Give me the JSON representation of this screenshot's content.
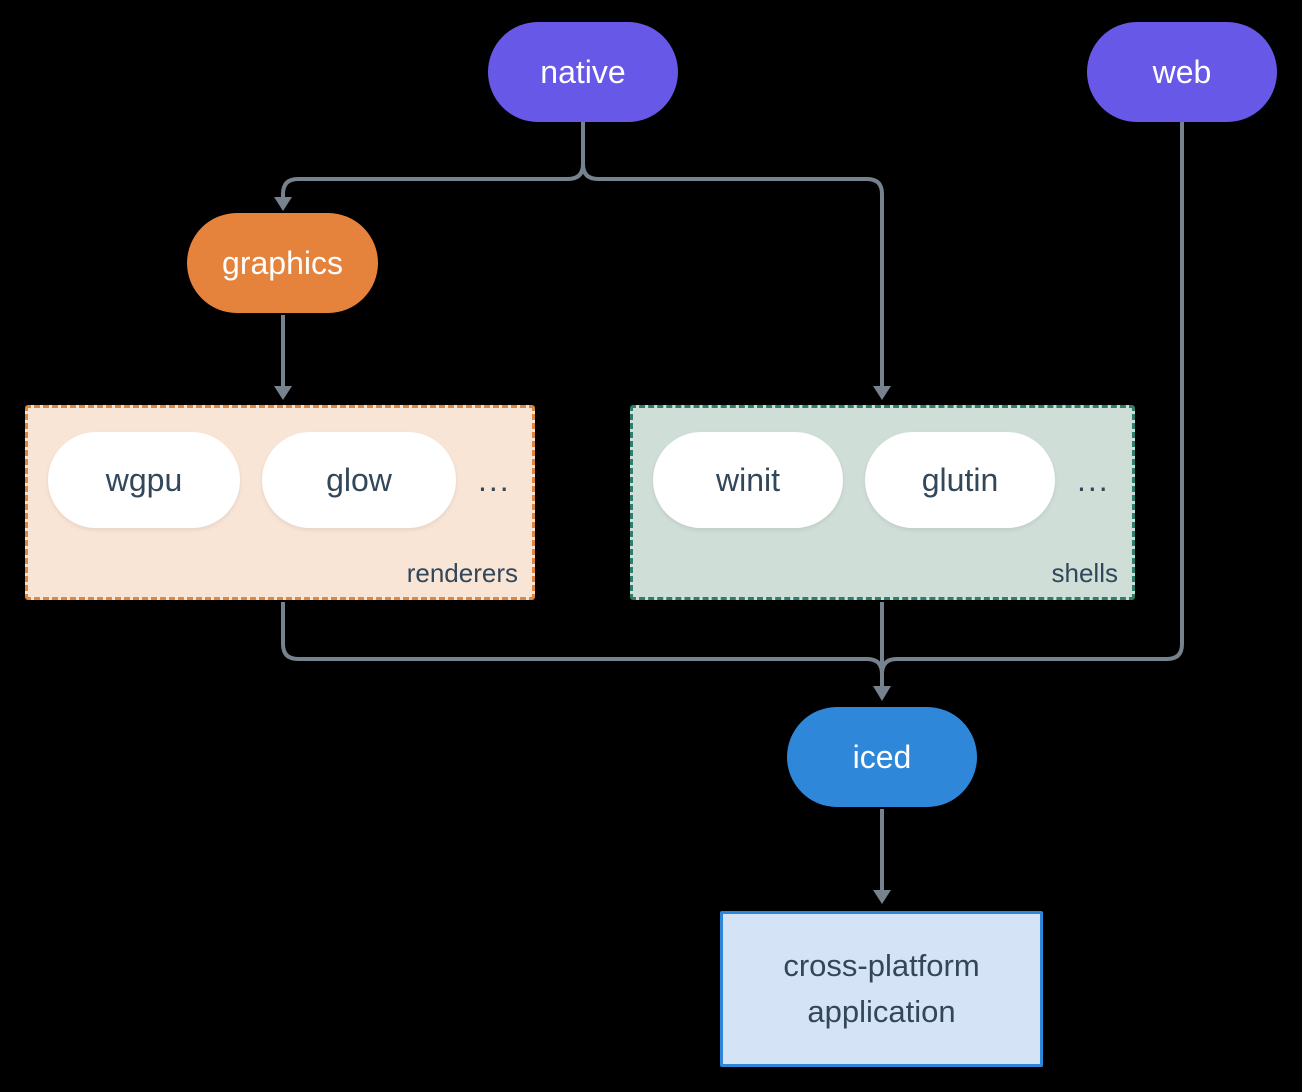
{
  "colors": {
    "bg": "#000000",
    "purple": "#6858e8",
    "orange": "#e5833c",
    "blue": "#2e87d8",
    "peach_bg": "#f9e5d6",
    "peach_border": "#e0873f",
    "green_bg": "#cfded7",
    "green_border": "#2f7d6d",
    "app_bg": "#d4e4f6",
    "app_border": "#2e86d8",
    "line": "#76828e",
    "dark_text": "#33475a",
    "white": "#ffffff"
  },
  "nodes": {
    "native": {
      "label": "native"
    },
    "web": {
      "label": "web"
    },
    "graphics": {
      "label": "graphics"
    },
    "iced": {
      "label": "iced"
    },
    "application": {
      "line1": "cross-platform",
      "line2": "application"
    }
  },
  "groups": {
    "renderers": {
      "label": "renderers",
      "items": [
        "wgpu",
        "glow"
      ],
      "ellipsis": "..."
    },
    "shells": {
      "label": "shells",
      "items": [
        "winit",
        "glutin"
      ],
      "ellipsis": "..."
    }
  }
}
